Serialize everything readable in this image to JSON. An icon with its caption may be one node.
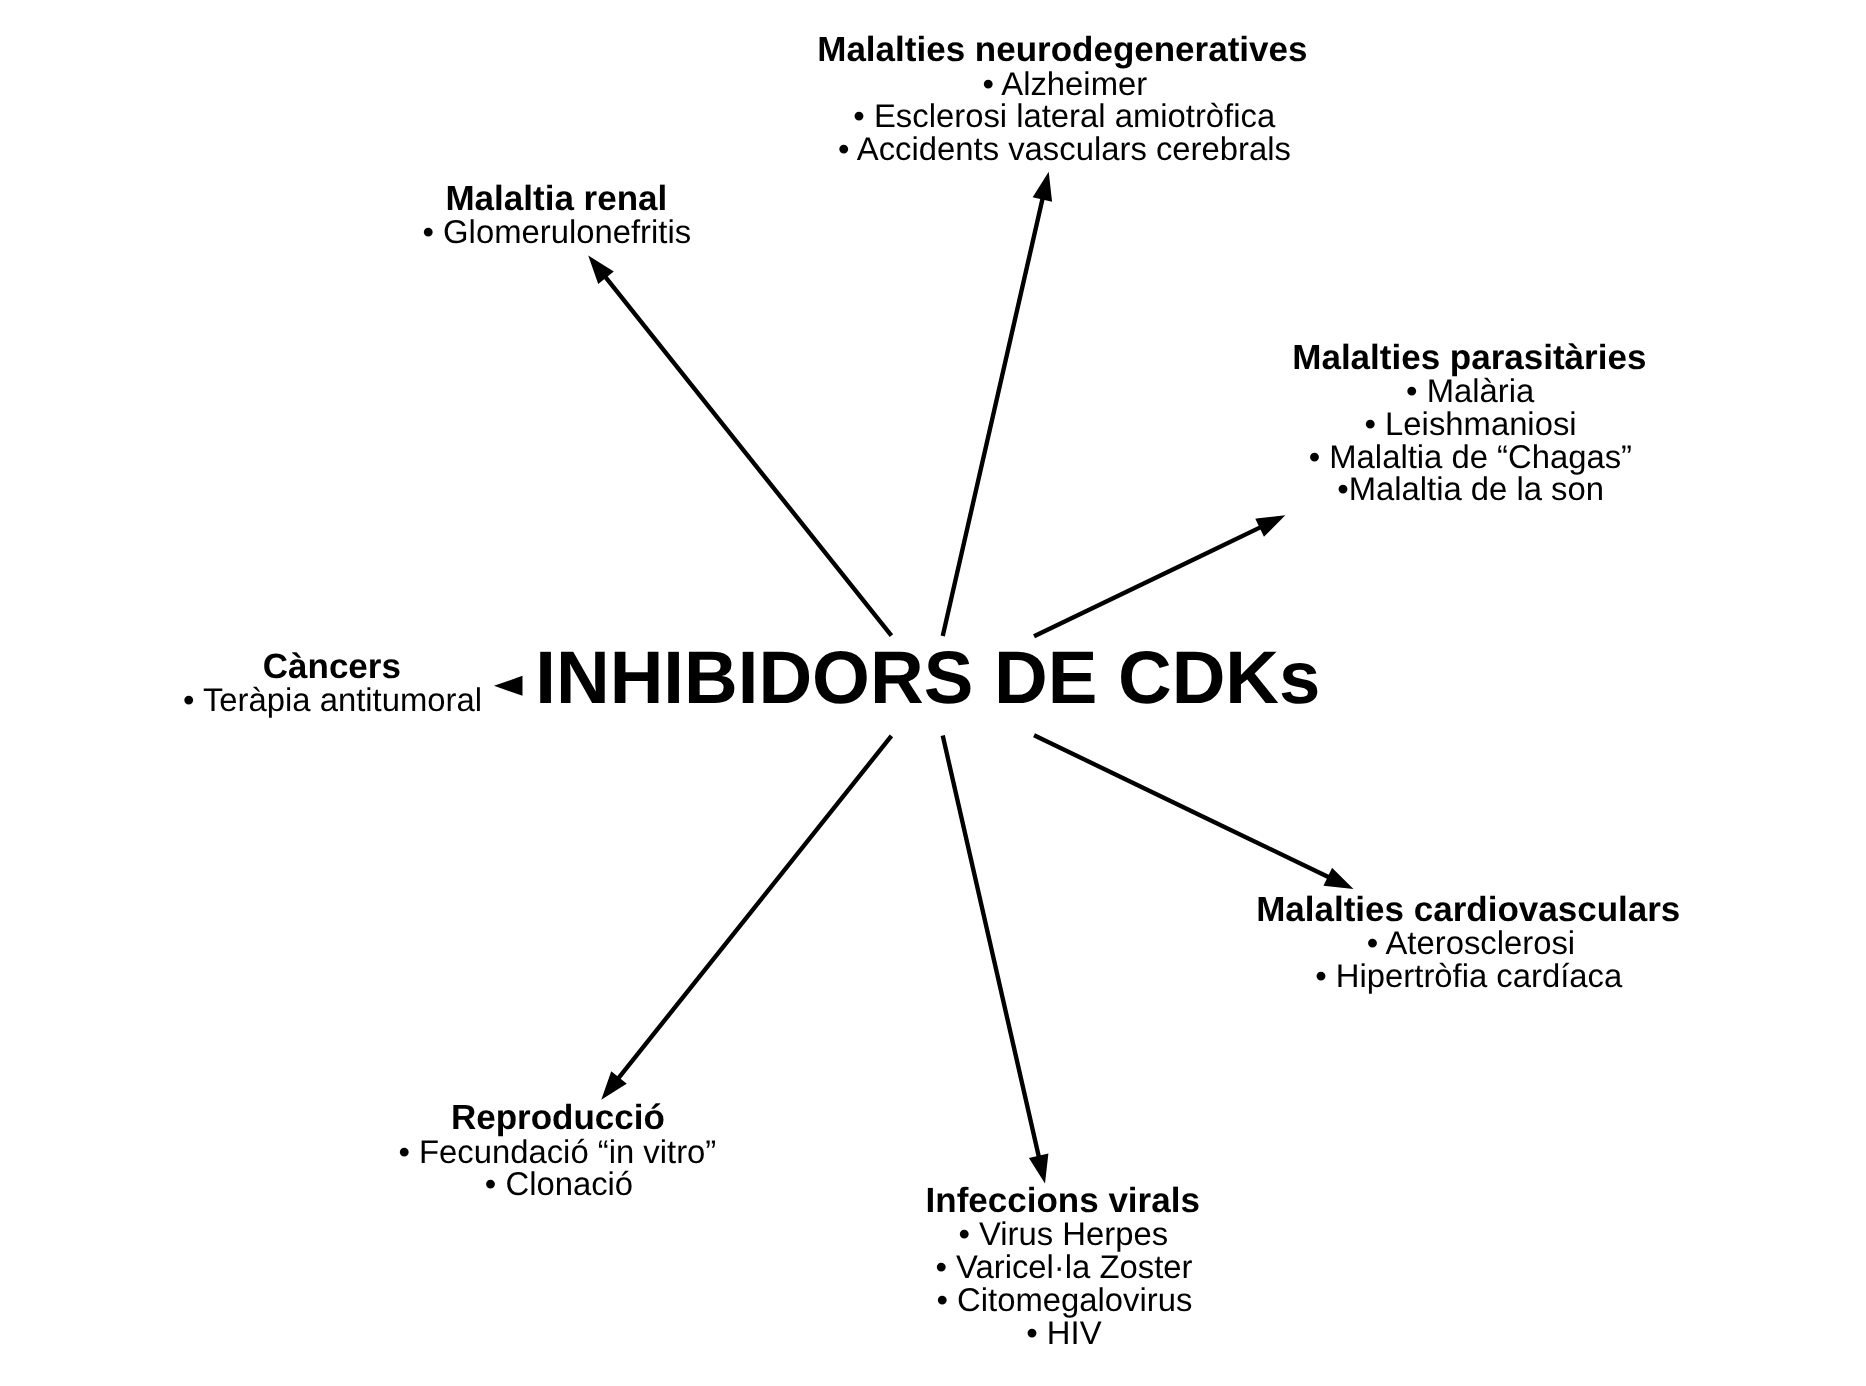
{
  "diagram": {
    "nodes": [
      {
        "text": [
          "Malalties parasitàries",
          "• Malària",
          "• Leishmaniosi",
          "• Malaltia de “Chagas”",
          "•Malaltia de la son"
        ]
      },
      {
        "text": [
          "Malalties neurodegeneratives",
          "• Alzheimer",
          "• Esclerosi lateral amiotròfica",
          "• Accidents vasculars cerebrals"
        ]
      },
      {
        "text": [
          "Malaltia renal",
          "• Glomerulonefritis"
        ]
      },
      {
        "text": [
          "INHIBIDORS DE CDKs"
        ]
      },
      {
        "text": [
          "Càncers",
          "• Teràpia antitumoral"
        ]
      },
      {
        "text": [
          "Reproducció",
          "• Fecundació “in vitro”",
          "• Clonació"
        ]
      },
      {
        "text": [
          "Infeccions virals",
          "• Virus Herpes",
          "• Varicel·la Zoster",
          "• Citomegalovirus",
          "• HIV"
        ]
      },
      {
        "text": [
          "Malalties cardiovasculars",
          "• Aterosclerosi",
          "• Hipertròfia cardíaca"
        ]
      }
    ],
    "edges": [
      {
        "from": 3,
        "to": 0,
        "arrow": "to"
      },
      {
        "from": 3,
        "to": 1,
        "arrow": "to"
      },
      {
        "from": 3,
        "to": 2,
        "arrow": "to"
      },
      {
        "from": 3,
        "to": 4,
        "arrow": "to"
      },
      {
        "from": 3,
        "to": 5,
        "arrow": "to"
      },
      {
        "from": 3,
        "to": 6,
        "arrow": "to"
      },
      {
        "from": 3,
        "to": 7,
        "arrow": "to"
      }
    ]
  }
}
